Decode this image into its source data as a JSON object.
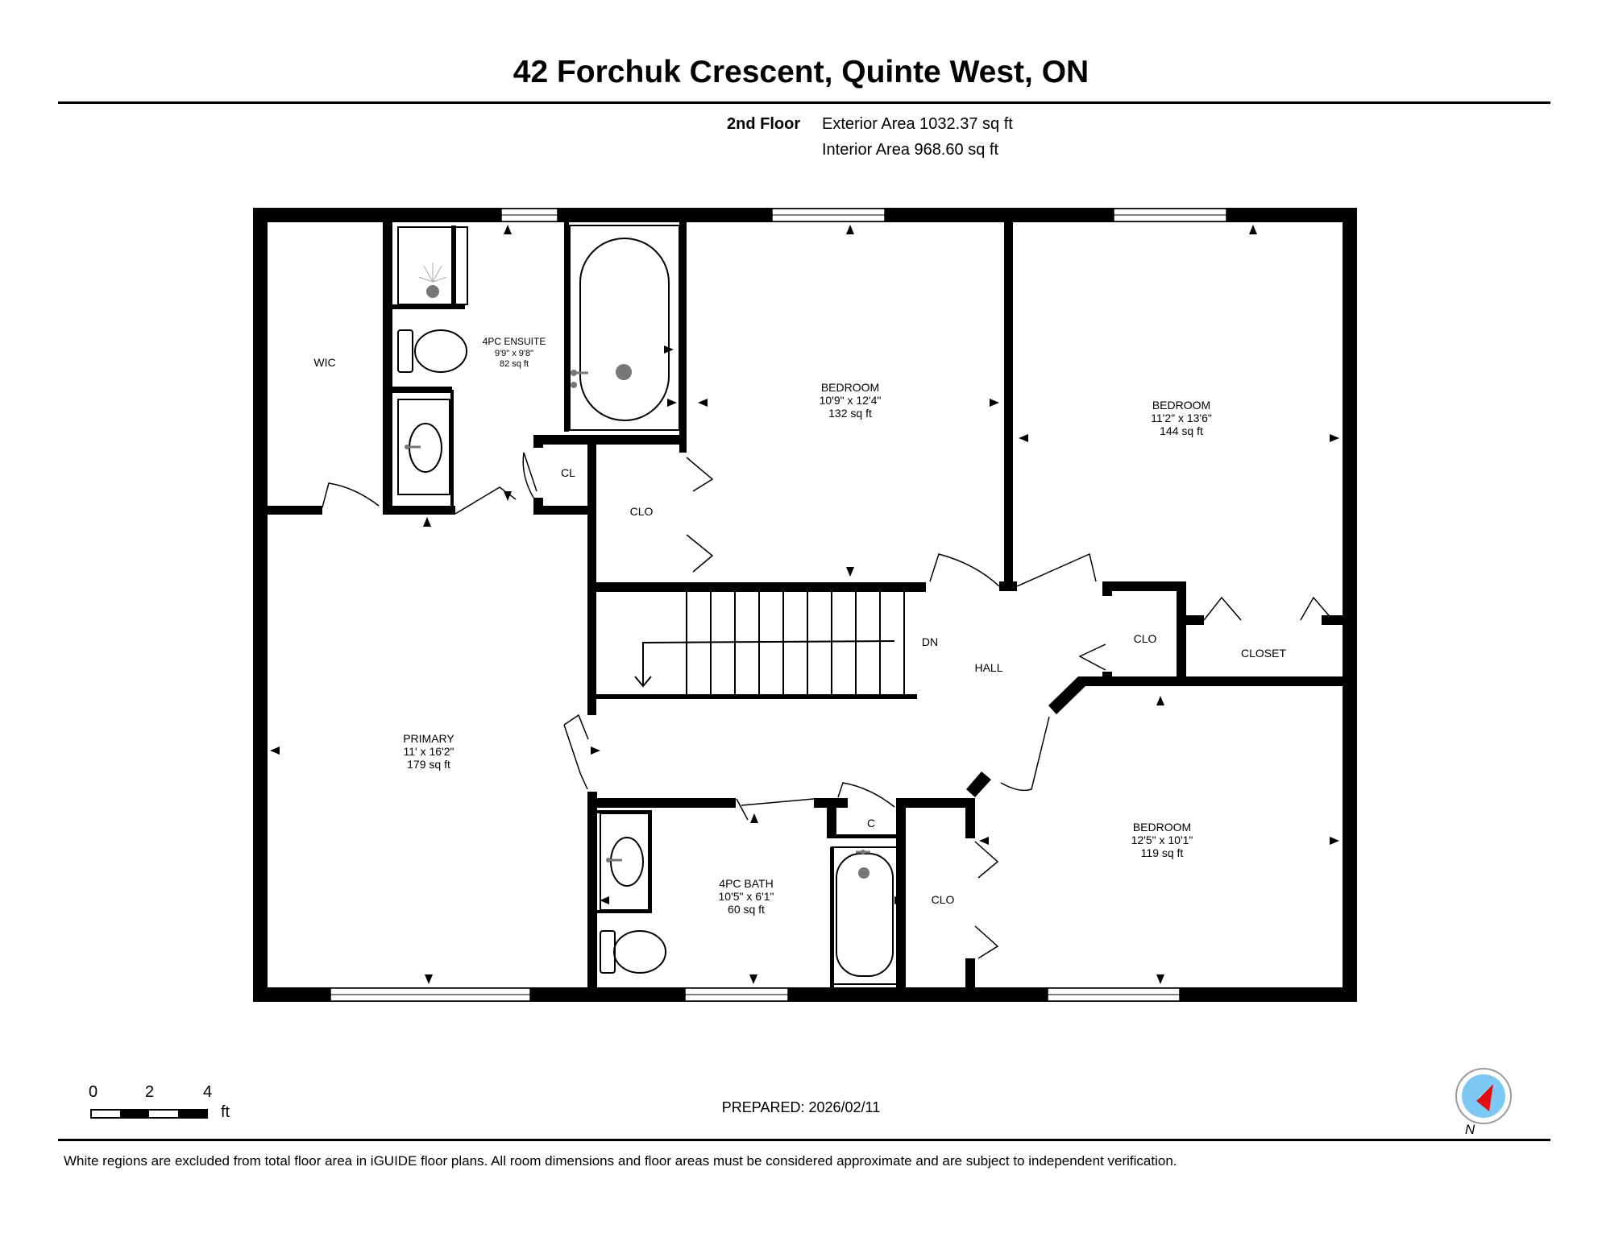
{
  "header": {
    "address": "42 Forchuk Crescent, Quinte West, ON"
  },
  "summary": {
    "floor": "2nd Floor",
    "exterior_area": "Exterior Area 1032.37 sq ft",
    "interior_area": "Interior Area 968.60 sq ft"
  },
  "rooms": {
    "wic": {
      "name": "WIC"
    },
    "ensuite": {
      "name": "4PC ENSUITE",
      "dims": "9'9\" x 9'8\"",
      "area": "82 sq ft"
    },
    "cl": {
      "name": "CL"
    },
    "clo_top": {
      "name": "CLO"
    },
    "bedroom_mid": {
      "name": "BEDROOM",
      "dims": "10'9\" x 12'4\"",
      "area": "132 sq ft"
    },
    "bedroom_right": {
      "name": "BEDROOM",
      "dims": "11'2\" x 13'6\"",
      "area": "144 sq ft"
    },
    "dn": {
      "name": "DN"
    },
    "hall": {
      "name": "HALL"
    },
    "clo_hall": {
      "name": "CLO"
    },
    "closet": {
      "name": "CLOSET"
    },
    "primary": {
      "name": "PRIMARY",
      "dims": "11' x 16'2\"",
      "area": "179 sq ft"
    },
    "bath": {
      "name": "4PC BATH",
      "dims": "10'5\" x 6'1\"",
      "area": "60 sq ft"
    },
    "c": {
      "name": "C"
    },
    "clo_bottom": {
      "name": "CLO"
    },
    "bedroom_bottom": {
      "name": "BEDROOM",
      "dims": "12'5\" x 10'1\"",
      "area": "119 sq ft"
    }
  },
  "scale_bar": {
    "ticks": [
      "0",
      "2",
      "4"
    ],
    "unit": "ft"
  },
  "compass": {
    "label": "N"
  },
  "footer": {
    "prepared": "PREPARED: 2026/02/11",
    "disclaimer": "White regions are excluded from total floor area in iGUIDE floor plans. All room dimensions and floor areas must be considered approximate and are subject to independent verification."
  }
}
